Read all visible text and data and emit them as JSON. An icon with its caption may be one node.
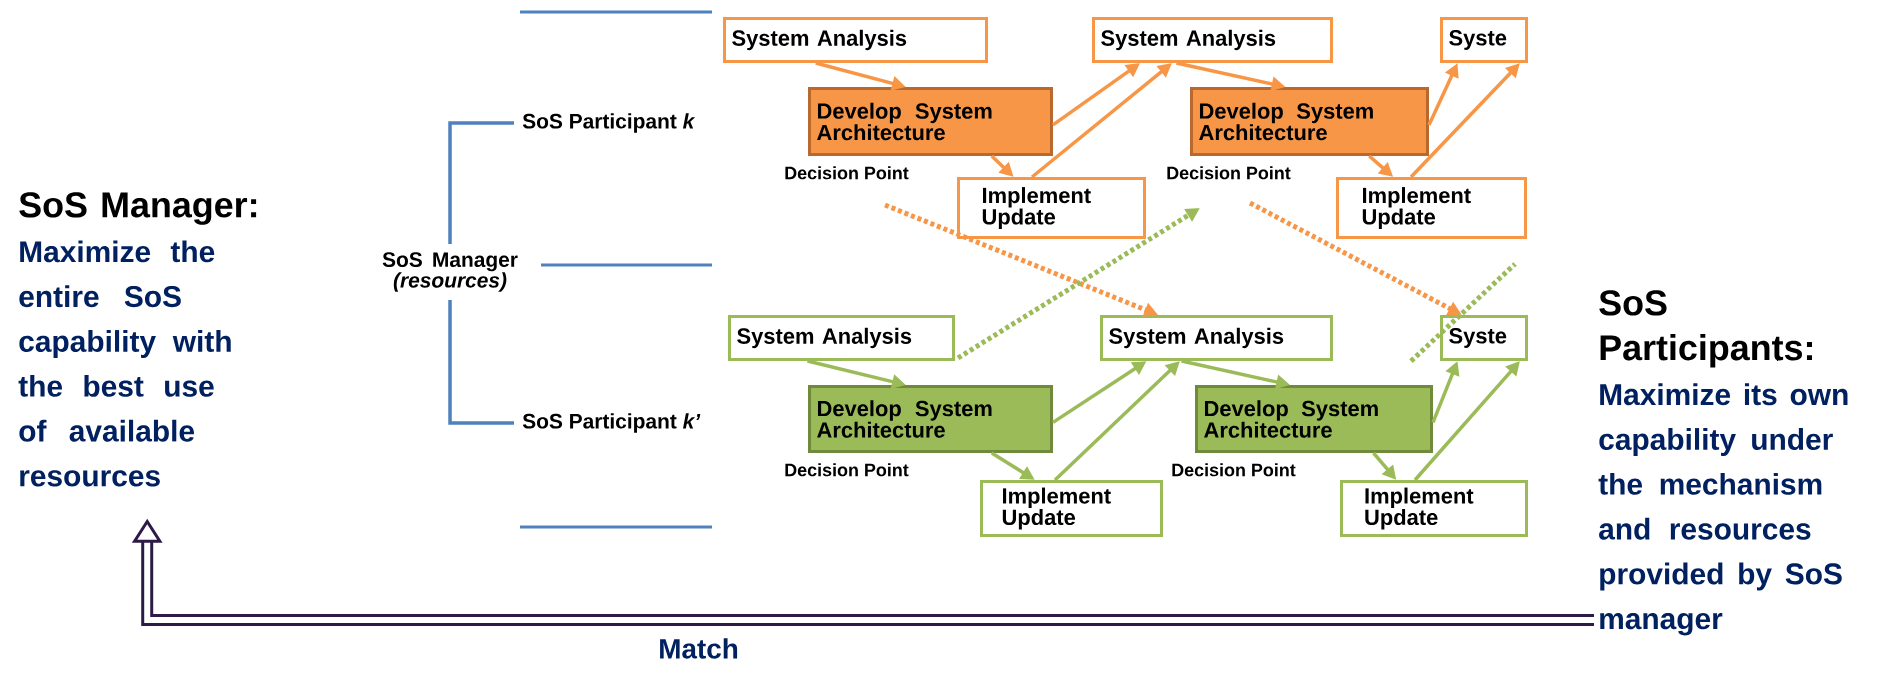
{
  "diagram": {
    "nodes": [
      {
        "text": [
          "SoS Manager:",
          "Maximize the entire SoS capability with the best use of available resources"
        ]
      },
      {
        "text": [
          "SoS Manager *(resources)*"
        ]
      },
      {
        "text": [
          "SoS Participant *k*"
        ]
      },
      {
        "text": [
          "SoS Participant *k’*"
        ]
      },
      {
        "text": [
          "System Analysis"
        ]
      },
      {
        "text": [
          "Develop System Architecture"
        ],
        "beside": [
          "Decision Point"
        ]
      },
      {
        "text": [
          "Implement Update"
        ]
      },
      {
        "text": [
          "System Analysis"
        ]
      },
      {
        "text": [
          "Develop System Architecture"
        ],
        "beside": [
          "Decision Point"
        ]
      },
      {
        "text": [
          "Implement Update"
        ]
      },
      {
        "text": [
          "Syste"
        ]
      },
      {
        "text": [
          "System Analysis"
        ]
      },
      {
        "text": [
          "Develop System Architecture"
        ],
        "beside": [
          "Decision Point"
        ]
      },
      {
        "text": [
          "Implement Update"
        ]
      },
      {
        "text": [
          "System Analysis"
        ]
      },
      {
        "text": [
          "Develop System Architecture"
        ],
        "beside": [
          "Decision Point"
        ]
      },
      {
        "text": [
          "Implement Update"
        ]
      },
      {
        "text": [
          "Syste"
        ]
      },
      {
        "text": [
          "SoS Participants:",
          "Maximize its own capability under the mechanism and resources provided by SoS manager"
        ]
      }
    ],
    "edges": [
      {
        "from": 1,
        "to": 2,
        "arrow": "none",
        "color": "#4f81bd"
      },
      {
        "from": 1,
        "to": 3,
        "arrow": "none",
        "color": "#4f81bd"
      },
      {
        "from": 4,
        "to": 5,
        "arrow": "to",
        "color": "#f79646"
      },
      {
        "from": 5,
        "to": 6,
        "arrow": "to",
        "color": "#f79646"
      },
      {
        "from": 5,
        "to": 7,
        "arrow": "to",
        "color": "#f79646"
      },
      {
        "from": 6,
        "to": 7,
        "arrow": "to",
        "color": "#f79646"
      },
      {
        "from": 7,
        "to": 8,
        "arrow": "to",
        "color": "#f79646"
      },
      {
        "from": 8,
        "to": 9,
        "arrow": "to",
        "color": "#f79646"
      },
      {
        "from": 8,
        "to": 10,
        "arrow": "to",
        "color": "#f79646"
      },
      {
        "from": 9,
        "to": 10,
        "arrow": "to",
        "color": "#f79646"
      },
      {
        "from": 11,
        "to": 12,
        "arrow": "to",
        "color": "#9bbb59"
      },
      {
        "from": 12,
        "to": 13,
        "arrow": "to",
        "color": "#9bbb59"
      },
      {
        "from": 12,
        "to": 14,
        "arrow": "to",
        "color": "#9bbb59"
      },
      {
        "from": 13,
        "to": 14,
        "arrow": "to",
        "color": "#9bbb59"
      },
      {
        "from": 14,
        "to": 15,
        "arrow": "to",
        "color": "#9bbb59"
      },
      {
        "from": 15,
        "to": 16,
        "arrow": "to",
        "color": "#9bbb59"
      },
      {
        "from": 15,
        "to": 17,
        "arrow": "to",
        "color": "#9bbb59"
      },
      {
        "from": 16,
        "to": 17,
        "arrow": "to",
        "color": "#9bbb59"
      },
      {
        "from": null,
        "to": 14,
        "arrow": "to",
        "style": "dashed",
        "color": "#f79646"
      },
      {
        "from": 8,
        "to": 17,
        "arrow": "to",
        "style": "dashed",
        "color": "#f79646"
      },
      {
        "from": 11,
        "to": 8,
        "arrow": "to",
        "style": "dashed",
        "color": "#9bbb59"
      },
      {
        "from": 15,
        "to": null,
        "arrow": "none",
        "style": "dashed",
        "color": "#9bbb59"
      },
      {
        "from": 18,
        "to": 0,
        "arrow": "to",
        "style": "thick",
        "color": "#2e1a47",
        "label": "Match"
      }
    ]
  }
}
